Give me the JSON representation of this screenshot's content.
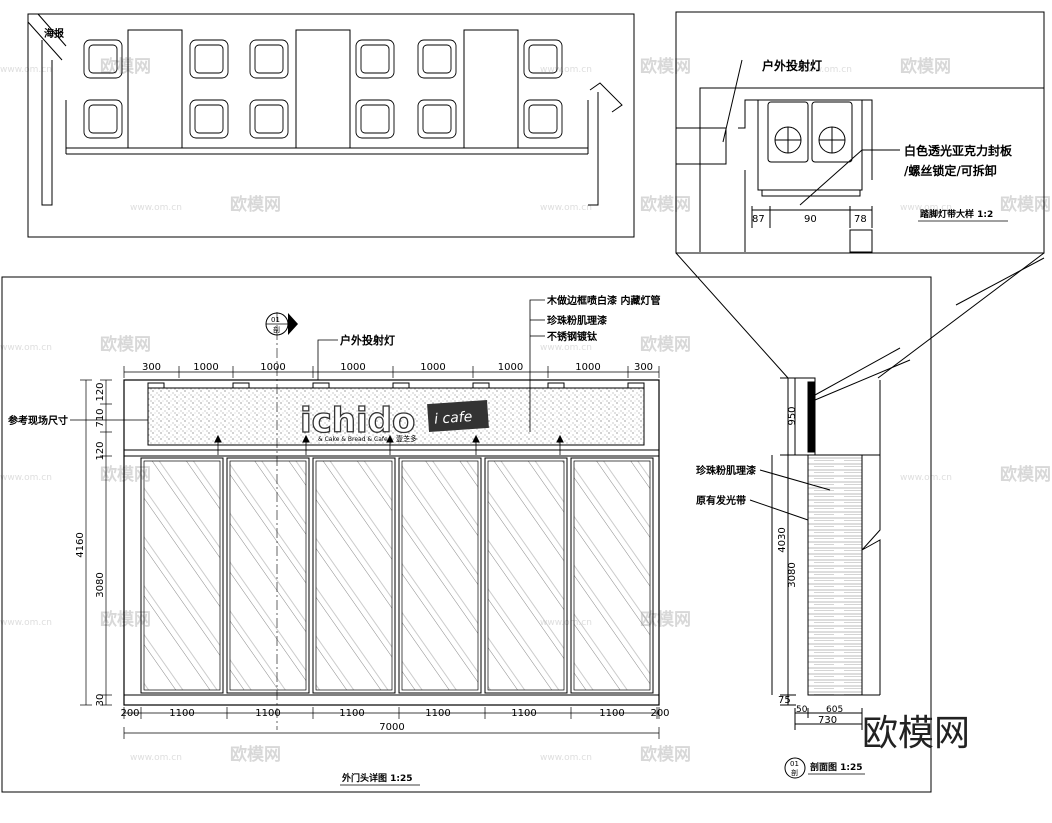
{
  "top_left_plan": {
    "label": "海报"
  },
  "detail": {
    "light_label": "户外投射灯",
    "cover_label_line1": "白色透光亚克力封板",
    "cover_label_line2": "/螺丝锁定/可拆卸",
    "dims": [
      "87",
      "90",
      "78"
    ],
    "title": "踏脚灯带大样 1:2"
  },
  "elevation": {
    "section_mark_top": "01",
    "section_mark_bottom": "剖",
    "light_label": "户外投射灯",
    "notes": [
      "木做边框喷白漆 内藏灯管",
      "珍珠粉肌理漆",
      "不锈钢镀钛"
    ],
    "side_note": "参考现场尺寸",
    "top_dims": [
      "300",
      "1000",
      "1000",
      "1000",
      "1000",
      "1000",
      "1000",
      "300"
    ],
    "left_dims": [
      "120",
      "710",
      "120",
      "3080",
      "30"
    ],
    "left_total": "4160",
    "bottom_dims": [
      "200",
      "1100",
      "1100",
      "1100",
      "1100",
      "1100",
      "1100",
      "200"
    ],
    "bottom_total": "7000",
    "sign_main": "ichido",
    "sign_badge": "i cafe",
    "sign_sub": "& Cake & Bread & Cafe",
    "sign_cn": "壹芝多",
    "title": "外门头详图 1:25"
  },
  "section": {
    "labels": [
      "珍珠粉肌理漆",
      "原有发光带"
    ],
    "left_dims": [
      "950",
      "4030",
      "3080",
      "75"
    ],
    "bottom_dims": [
      "50",
      "605",
      "730"
    ],
    "mark_top": "01",
    "mark_bottom": "剖",
    "title": "剖面图 1:25"
  },
  "watermarks": {
    "brand": "欧模网",
    "url": "www.om.cn",
    "big": "欧模网"
  }
}
